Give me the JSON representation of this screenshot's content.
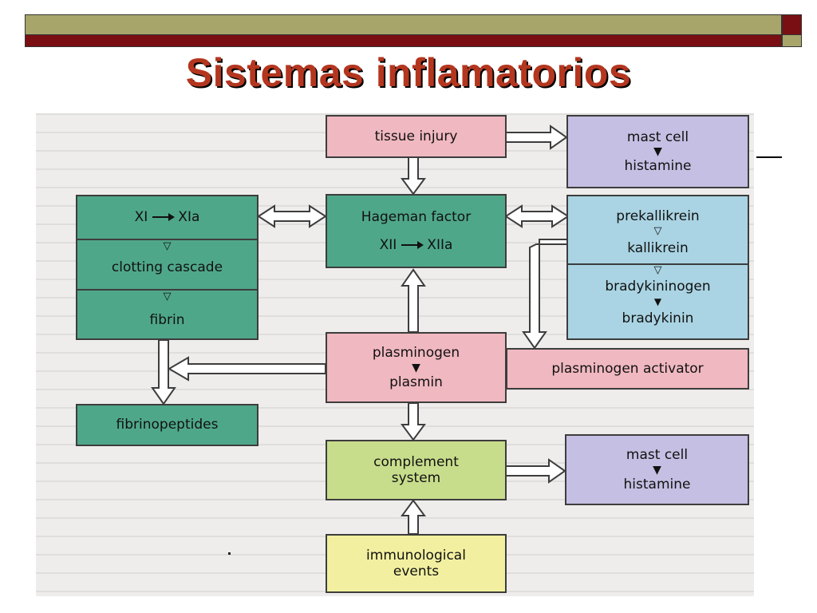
{
  "title": "Sistemas inflamatorios",
  "boxes": {
    "tissue_injury": "tissue injury",
    "mast_cell_top": {
      "line1": "mast cell",
      "arrow": "▼",
      "line2": "histamine"
    },
    "hageman": {
      "line1": "Hageman factor",
      "from": "XII",
      "to": "XIIa"
    },
    "clotting": {
      "r1_from": "XI",
      "r1_to": "XIa",
      "r2": "clotting cascade",
      "r3": "fibrin",
      "down_glyph": "▽"
    },
    "kallikrein": {
      "r1": "prekallikrein",
      "r2": "kallikrein",
      "r3": "bradykininogen",
      "r4": "bradykinin",
      "down_glyph": "▽",
      "arrow": "▼"
    },
    "plasminogen": {
      "line1": "plasminogen",
      "arrow": "▼",
      "line2": "plasmin"
    },
    "plasminogen_activator": "plasminogen activator",
    "fibrinopeptides": "fibrinopeptides",
    "complement": {
      "line1": "complement",
      "line2": "system"
    },
    "mast_cell_bottom": {
      "line1": "mast cell",
      "arrow": "▼",
      "line2": "histamine"
    },
    "immunological": {
      "line1": "immunological",
      "line2": "events"
    }
  },
  "colors": {
    "pink": "#f0b8c0",
    "lilac": "#c5bfe3",
    "teal": "#4fa78a",
    "sky": "#aad4e3",
    "green": "#c8dd8c",
    "yellow": "#f2f0a0",
    "title": "#b4361f",
    "band_olive": "#a7a56a",
    "band_red": "#7a0f13"
  }
}
